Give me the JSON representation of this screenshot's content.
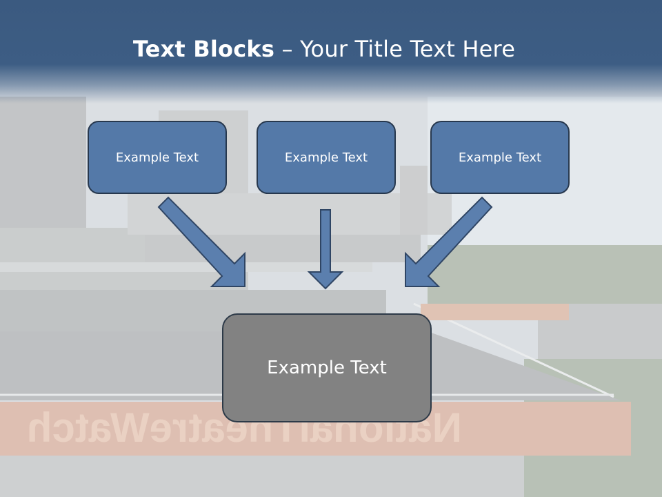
{
  "slide": {
    "title_bold": "Text Blocks",
    "title_separator": " – ",
    "title_rest": "Your Title Text Here"
  },
  "blocks": {
    "top": [
      "Example Text",
      "Example Text",
      "Example Text"
    ],
    "bottom": "Example Text"
  },
  "background_sign": "NationalTheatreWatch",
  "colors": {
    "header": "#3d5d84",
    "block_fill": "#5479a8",
    "block_border": "#27384e",
    "bottom_block_fill": "#828282",
    "arrow_fill": "#5b7fae"
  }
}
